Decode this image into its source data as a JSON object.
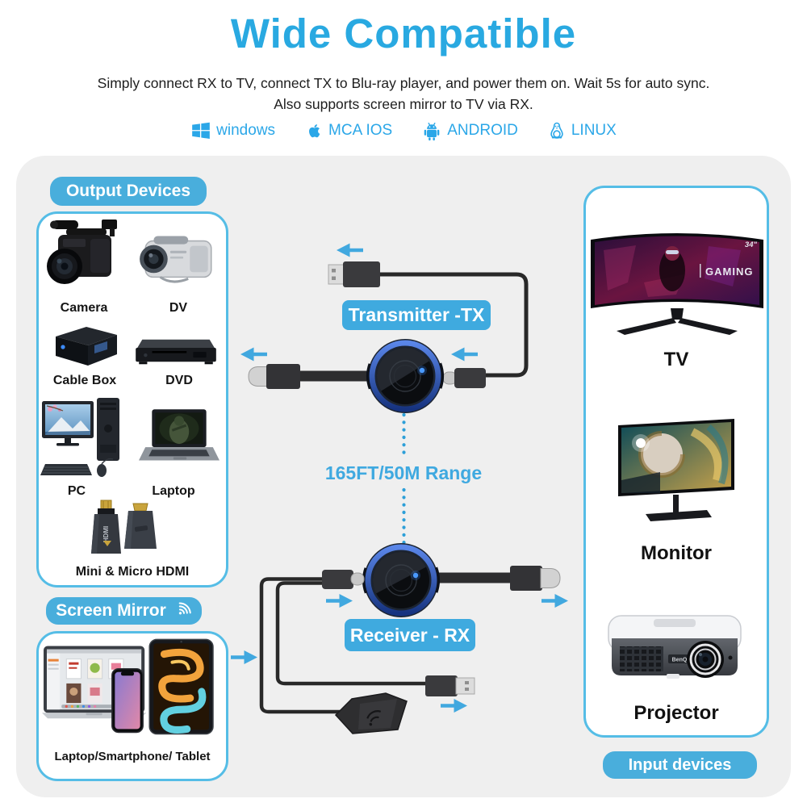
{
  "header": {
    "title": "Wide Compatible",
    "subtitle_line1": "Simply connect RX to TV, connect TX to Blu-ray player, and power them on. Wait 5s for auto sync.",
    "subtitle_line2": "Also supports screen mirror to TV via RX.",
    "os_items": [
      {
        "icon": "windows-icon",
        "label": "windows"
      },
      {
        "icon": "apple-icon",
        "label": "MCA IOS"
      },
      {
        "icon": "android-icon",
        "label": "ANDROID"
      },
      {
        "icon": "linux-icon",
        "label": "LINUX"
      }
    ]
  },
  "output_devices": {
    "section_label": "Output Devices",
    "items": [
      {
        "name": "camera",
        "label": "Camera"
      },
      {
        "name": "dv-camcorder",
        "label": "DV"
      },
      {
        "name": "cable-box",
        "label": "Cable Box"
      },
      {
        "name": "dvd-player",
        "label": "DVD"
      },
      {
        "name": "pc",
        "label": "PC"
      },
      {
        "name": "laptop",
        "label": "Laptop"
      }
    ],
    "adapters_label": "Mini & Micro HDMI",
    "adapter_connector_text": "HDMI"
  },
  "screen_mirror": {
    "section_label": "Screen Mirror",
    "icon": "wifi-icon",
    "caption": "Laptop/Smartphone/ Tablet"
  },
  "center": {
    "transmitter_label": "Transmitter -TX",
    "range_label": "165FT/50M Range",
    "receiver_label": "Receiver - RX"
  },
  "input_devices": {
    "section_label": "Input devices",
    "items": [
      {
        "name": "tv",
        "label": "TV"
      },
      {
        "name": "monitor",
        "label": "Monitor"
      },
      {
        "name": "projector",
        "label": "Projector"
      }
    ],
    "tv_screen_text": "GAMING",
    "tv_size_label": "34\"",
    "projector_brand": "BenQ"
  },
  "colors": {
    "accent_blue": "#2BA7E8",
    "button_blue": "#49AEDC",
    "arrow_blue": "#41A8DF",
    "panel_gray": "#EFEFEF",
    "box_border_blue": "#55BDE6"
  }
}
